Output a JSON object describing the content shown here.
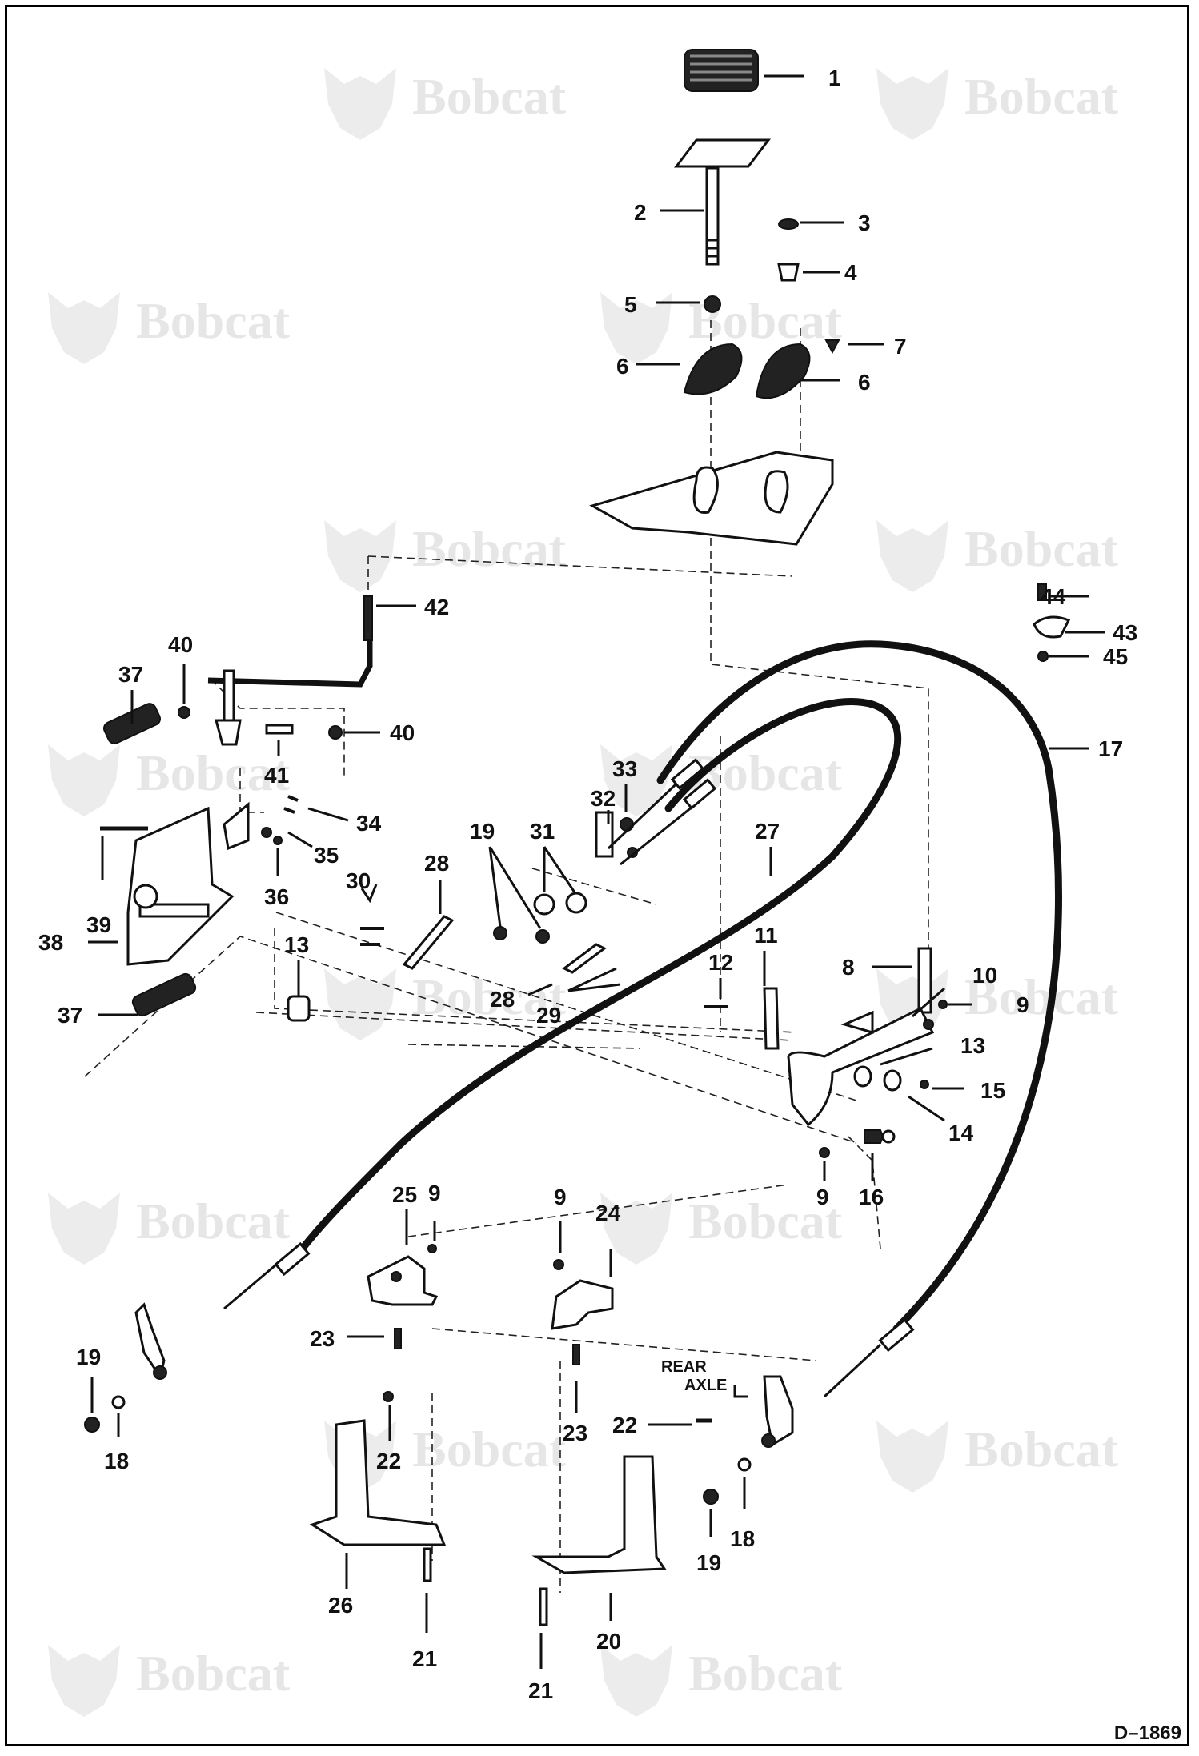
{
  "watermark": {
    "brand": "Bobcat"
  },
  "labels": {
    "rear_axle_line1": "REAR",
    "rear_axle_line2": "AXLE"
  },
  "drawing_number": "D–1869",
  "callouts": [
    {
      "n": "1"
    },
    {
      "n": "2"
    },
    {
      "n": "3"
    },
    {
      "n": "4"
    },
    {
      "n": "5"
    },
    {
      "n": "6"
    },
    {
      "n": "6"
    },
    {
      "n": "7"
    },
    {
      "n": "42"
    },
    {
      "n": "44"
    },
    {
      "n": "43"
    },
    {
      "n": "45"
    },
    {
      "n": "37"
    },
    {
      "n": "40"
    },
    {
      "n": "40"
    },
    {
      "n": "41"
    },
    {
      "n": "34"
    },
    {
      "n": "35"
    },
    {
      "n": "36"
    },
    {
      "n": "39"
    },
    {
      "n": "38"
    },
    {
      "n": "33"
    },
    {
      "n": "32"
    },
    {
      "n": "19"
    },
    {
      "n": "31"
    },
    {
      "n": "30"
    },
    {
      "n": "28"
    },
    {
      "n": "27"
    },
    {
      "n": "17"
    },
    {
      "n": "13"
    },
    {
      "n": "11"
    },
    {
      "n": "12"
    },
    {
      "n": "8"
    },
    {
      "n": "10"
    },
    {
      "n": "9"
    },
    {
      "n": "28"
    },
    {
      "n": "29"
    },
    {
      "n": "37"
    },
    {
      "n": "13"
    },
    {
      "n": "15"
    },
    {
      "n": "14"
    },
    {
      "n": "9"
    },
    {
      "n": "16"
    },
    {
      "n": "25"
    },
    {
      "n": "9"
    },
    {
      "n": "9"
    },
    {
      "n": "24"
    },
    {
      "n": "23"
    },
    {
      "n": "19"
    },
    {
      "n": "18"
    },
    {
      "n": "23"
    },
    {
      "n": "22"
    },
    {
      "n": "22"
    },
    {
      "n": "26"
    },
    {
      "n": "21"
    },
    {
      "n": "20"
    },
    {
      "n": "21"
    },
    {
      "n": "19"
    },
    {
      "n": "18"
    }
  ]
}
